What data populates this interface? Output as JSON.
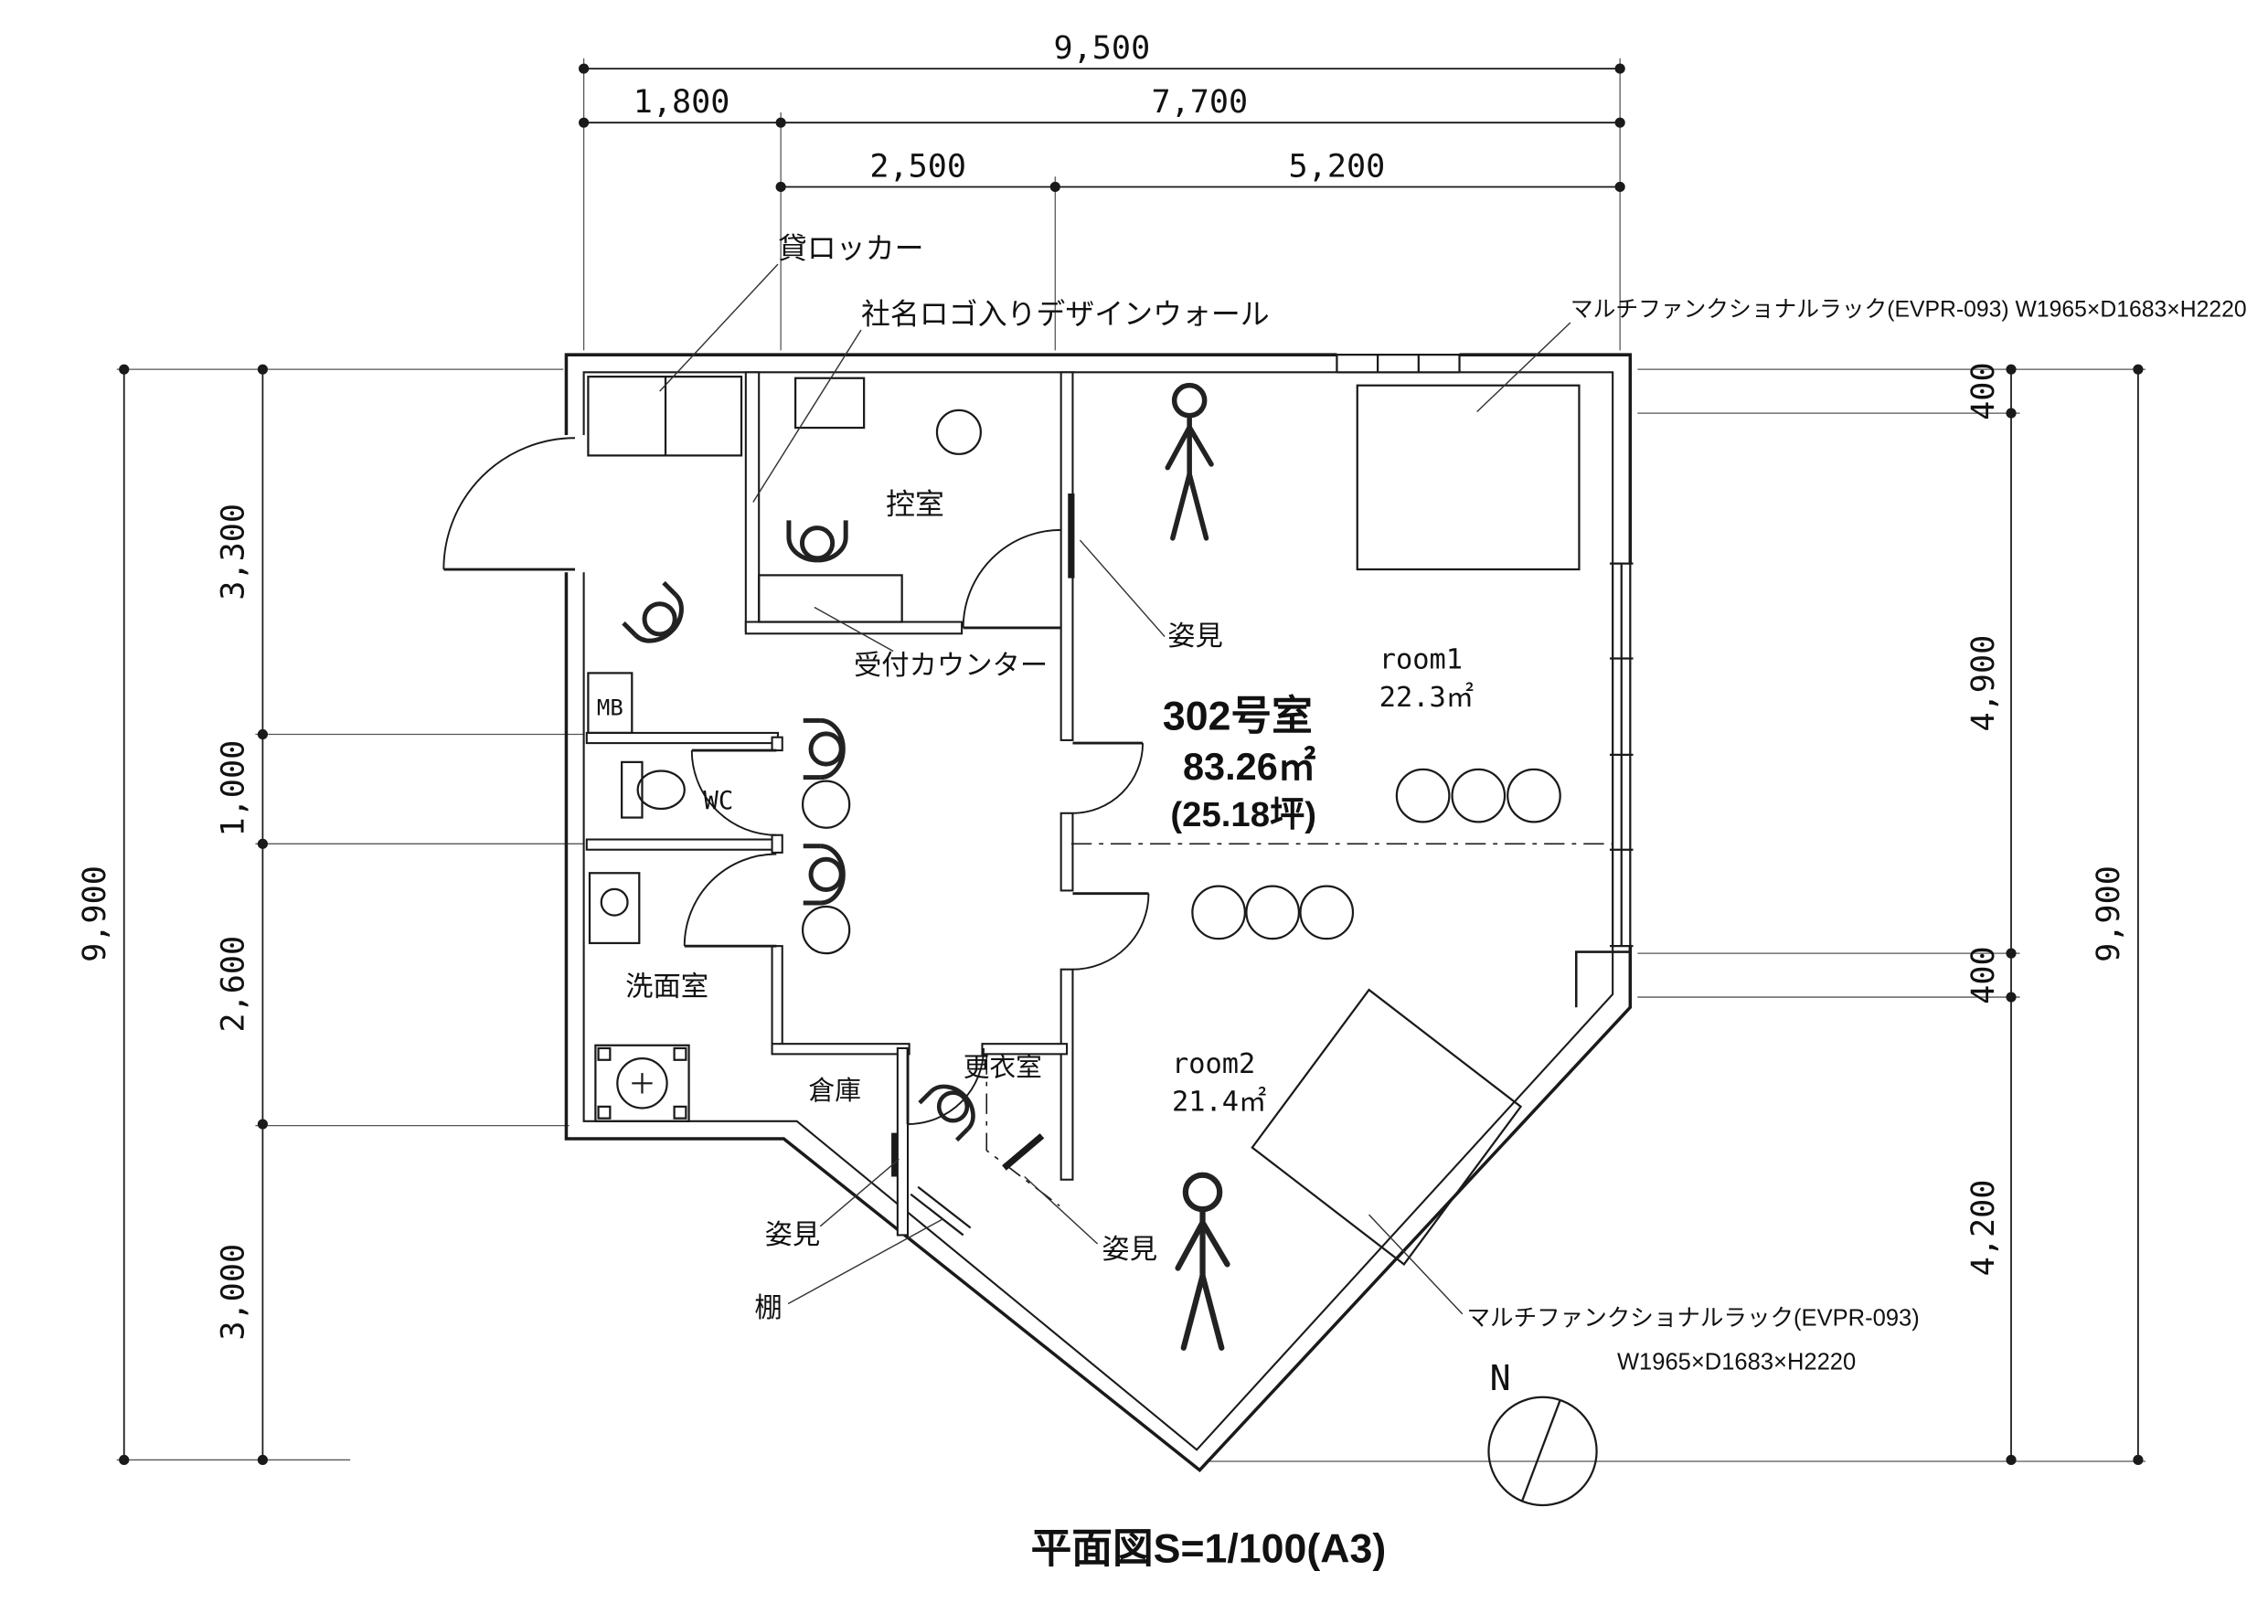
{
  "drawing": {
    "title": "平面図S=1/100(A3)",
    "north_label": "N"
  },
  "dimensions": {
    "top": {
      "total": "9,500",
      "row2": [
        "1,800",
        "7,700"
      ],
      "row3": [
        "2,500",
        "5,200"
      ]
    },
    "left": {
      "total": "9,900",
      "segments": [
        "3,300",
        "1,000",
        "2,600",
        "3,000"
      ]
    },
    "right": {
      "total": "9,900",
      "segments": [
        "400",
        "4,900",
        "400",
        "4,200"
      ]
    }
  },
  "labels": {
    "locker": "貸ロッカー",
    "design_wall": "社名ロゴ入りデザインウォール",
    "rack_top": "マルチファンクショナルラック(EVPR-093) W1965×D1683×H2220",
    "anteroom": "控室",
    "mirror_room1": "姿見",
    "reception_counter": "受付カウンター",
    "unit_name": "302号室",
    "unit_area": "83.26㎡",
    "unit_tsubo": "(25.18坪)",
    "room1_name": "room1",
    "room1_area": "22.3㎡",
    "mb": "MB",
    "wc": "WC",
    "washroom": "洗面室",
    "storage": "倉庫",
    "dressing_room": "更衣室",
    "room2_name": "room2",
    "room2_area": "21.4㎡",
    "mirror_lower_left": "姿見",
    "shelf": "棚",
    "mirror_lower_mid": "姿見",
    "rack_bottom_name": "マルチファンクショナルラック(EVPR-093)",
    "rack_bottom_size": "W1965×D1683×H2220"
  }
}
